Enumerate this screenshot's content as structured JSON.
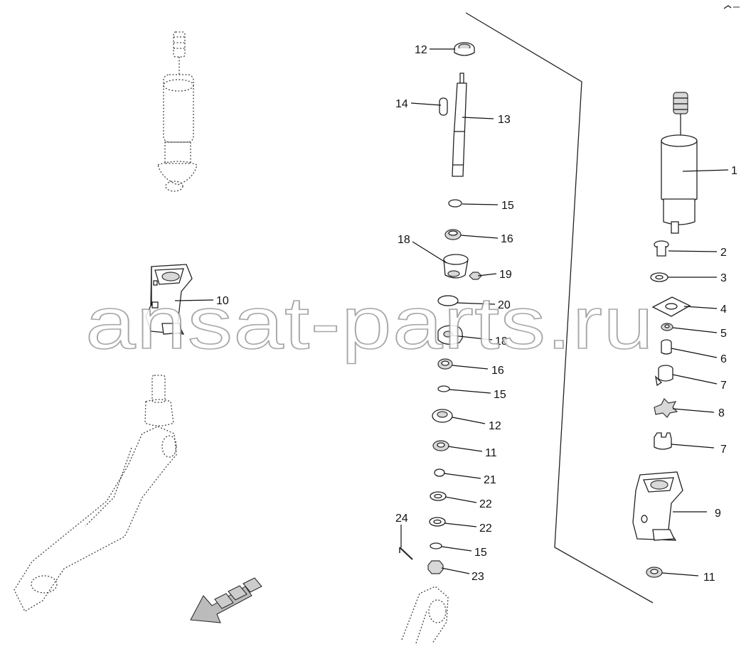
{
  "watermark": "ansat-parts.ru",
  "callouts": {
    "c1": "1",
    "c2": "2",
    "c3": "3",
    "c4": "4",
    "c5": "5",
    "c6": "6",
    "c7a": "7",
    "c8": "8",
    "c7b": "7",
    "c9": "9",
    "c11a": "11",
    "c12a": "12",
    "c14": "14",
    "c13": "13",
    "c15a": "15",
    "c16a": "16",
    "c18a": "18",
    "c19": "19",
    "c20": "20",
    "c18b": "18",
    "c16b": "16",
    "c15b": "15",
    "c12b": "12",
    "c11b": "11",
    "c21": "21",
    "c22a": "22",
    "c22b": "22",
    "c15c": "15",
    "c24": "24",
    "c23": "23",
    "c10": "10"
  },
  "colors": {
    "line": "#111111",
    "part_fill": "#d8d8d8",
    "watermark_stroke": "#9a9a9a"
  }
}
